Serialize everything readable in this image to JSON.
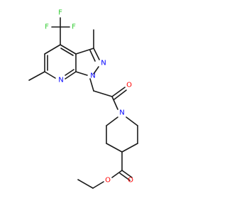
{
  "atoms": {
    "f1": "F",
    "f2": "F",
    "f3": "F",
    "n_pyridine": "N",
    "n_pyrazole_1": "N",
    "n_pyrazole_2": "N",
    "o_carbonyl_amide": "O",
    "n_piperidine": "N",
    "o_carbonyl_ester": "O",
    "o_ester": "O"
  },
  "colors": {
    "bond": "#1a1a1a",
    "nitrogen": "#0000ff",
    "oxygen": "#ff0000",
    "fluorine": "#33cc33",
    "background": "#ffffff"
  }
}
